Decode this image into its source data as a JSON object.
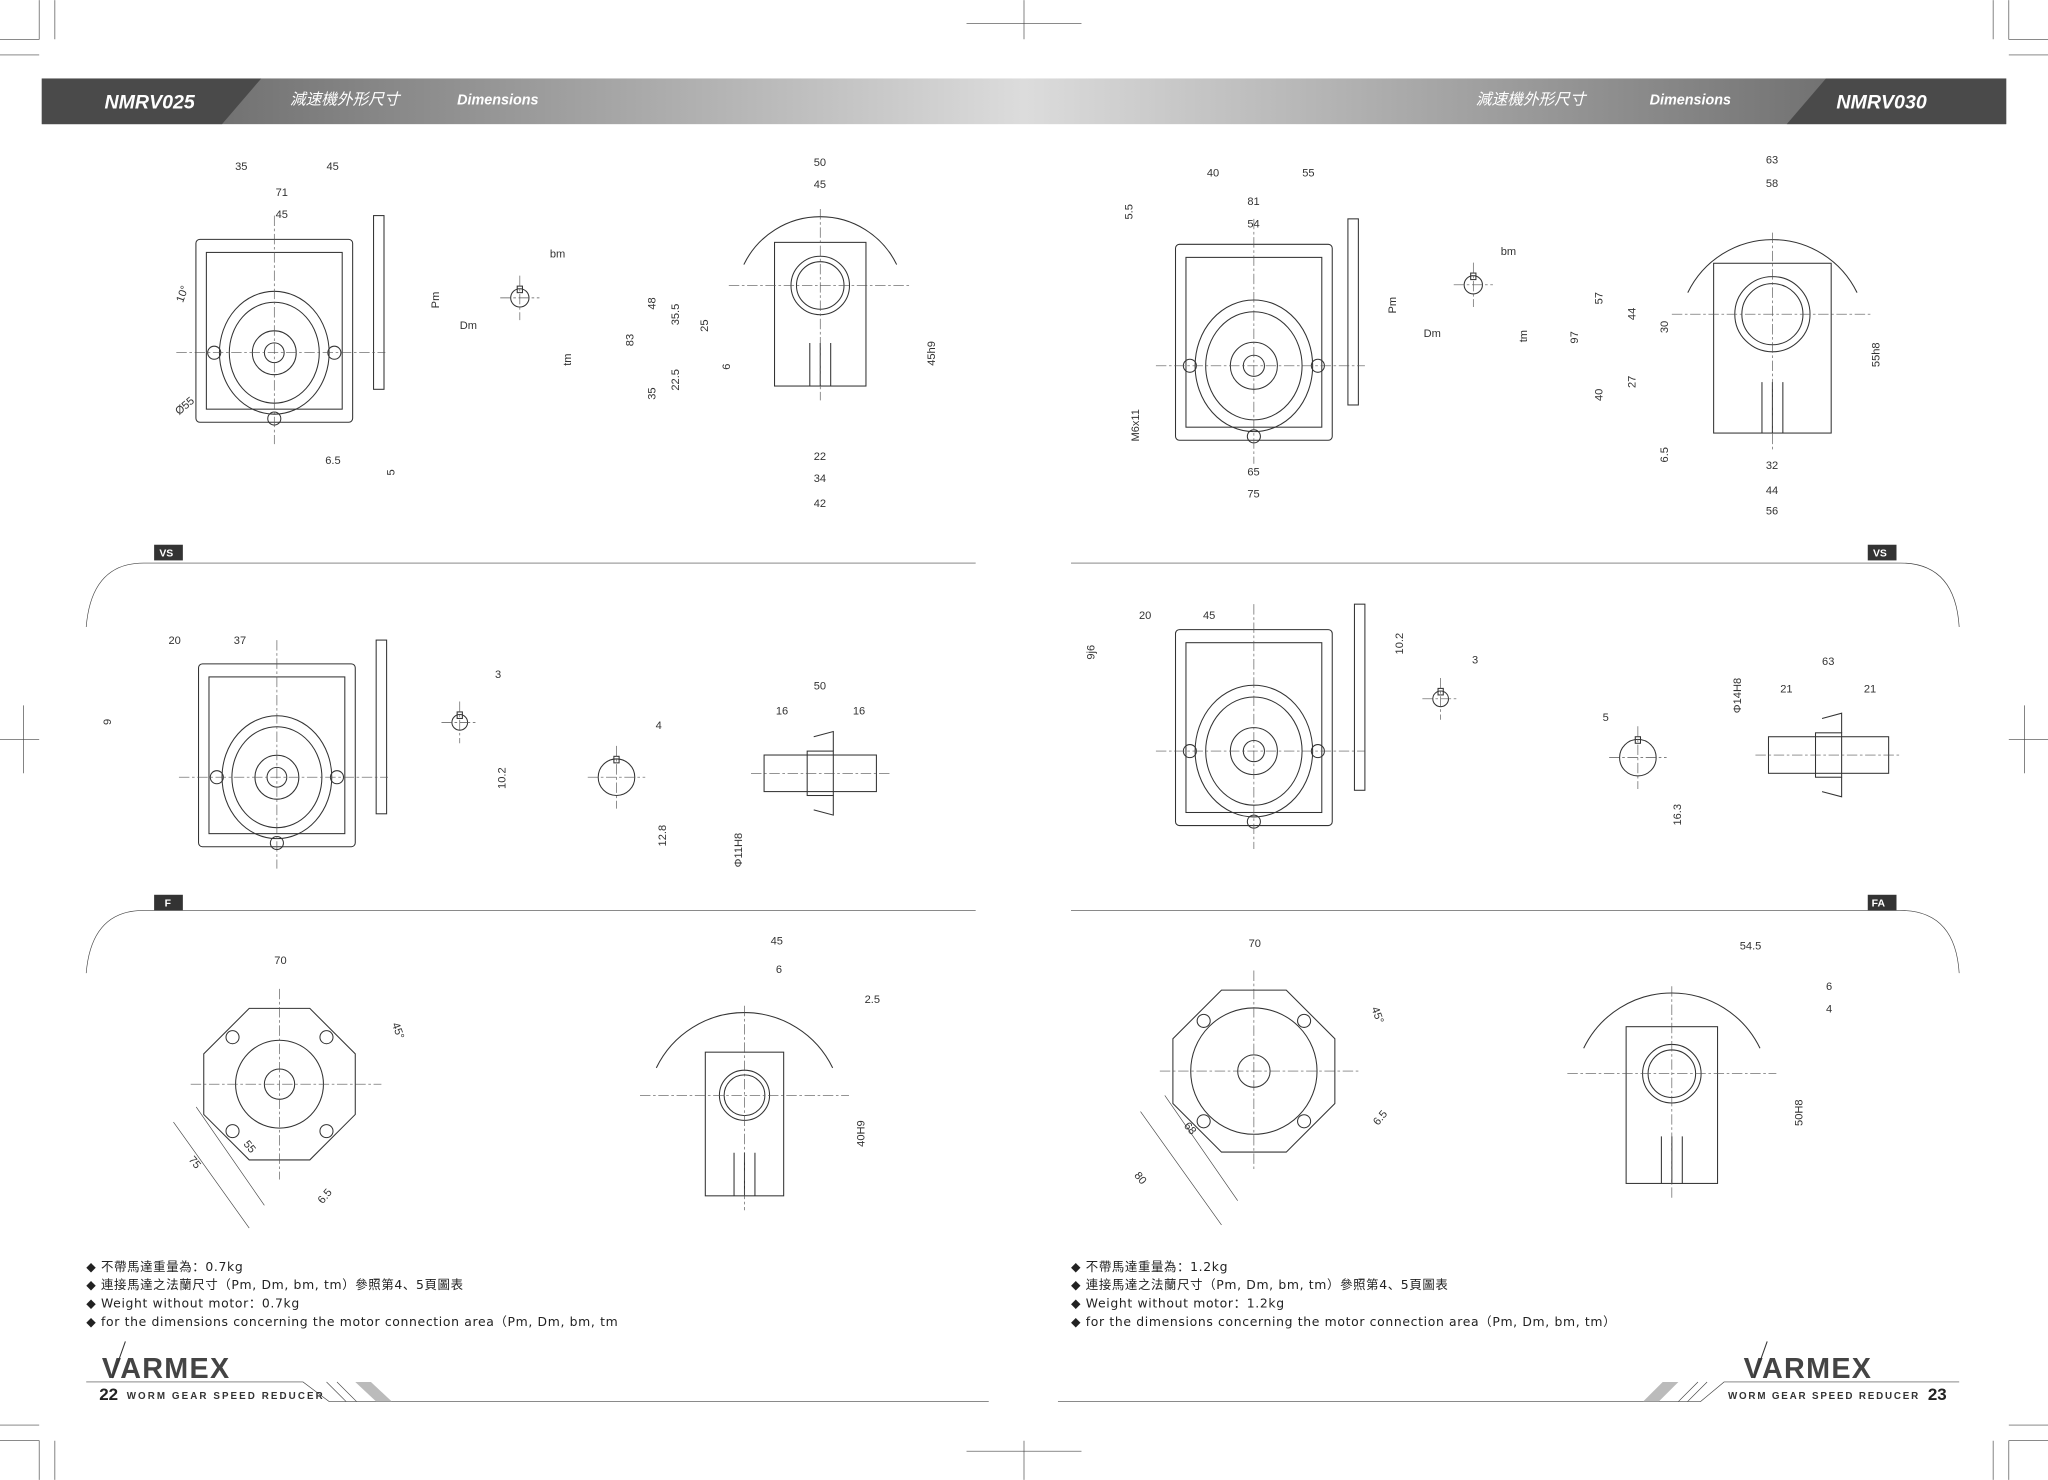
{
  "header": {
    "left": {
      "model": "NMRV025",
      "title_zh": "減速機外形尺寸",
      "title_en": "Dimensions"
    },
    "right": {
      "model": "NMRV030",
      "title_zh": "減速機外形尺寸",
      "title_en": "Dimensions"
    },
    "bar_dark": "#4a4a4a",
    "bar_light": "#d8d8d8"
  },
  "sections": {
    "left": [
      "VS",
      "F"
    ],
    "right": [
      "VS",
      "FA"
    ]
  },
  "left": {
    "top_front": [
      "35",
      "45",
      "71",
      "45",
      "10°",
      "Ø55",
      "6.5",
      "5",
      "Pm"
    ],
    "top_key": [
      "bm",
      "Dm",
      "tm"
    ],
    "top_side": [
      "50",
      "45",
      "83",
      "48",
      "35.5",
      "25",
      "35",
      "22.5",
      "6",
      "22",
      "34",
      "42",
      "45h9"
    ],
    "mid_front": [
      "20",
      "37",
      "9"
    ],
    "mid_key": [
      "3",
      "10.2",
      "4",
      "12.8"
    ],
    "mid_shaft": [
      "50",
      "16",
      "16",
      "Φ11H8"
    ],
    "bot_flange": [
      "70",
      "45°",
      "55",
      "75",
      "6.5"
    ],
    "bot_side": [
      "45",
      "6",
      "2.5",
      "40H9"
    ]
  },
  "right": {
    "top_front": [
      "40",
      "55",
      "5.5",
      "81",
      "54",
      "Pm",
      "M6x11",
      "65",
      "75"
    ],
    "top_key": [
      "bm",
      "Dm",
      "tm"
    ],
    "top_side": [
      "63",
      "58",
      "97",
      "57",
      "44",
      "30",
      "40",
      "27",
      "6.5",
      "32",
      "44",
      "56",
      "55h8"
    ],
    "mid_front": [
      "20",
      "45",
      "9j6"
    ],
    "mid_key": [
      "10.2",
      "3",
      "5",
      "16.3"
    ],
    "mid_shaft": [
      "63",
      "21",
      "21",
      "Φ14H8"
    ],
    "bot_flange": [
      "70",
      "45°",
      "68",
      "80",
      "6.5"
    ],
    "bot_side": [
      "54.5",
      "6",
      "4",
      "50H8"
    ]
  },
  "notes": {
    "left": [
      "不帶馬達重量為：0.7kg",
      "連接馬達之法蘭尺寸（Pm, Dm, bm, tm）參照第4、5頁圖表",
      "Weight without motor：0.7kg",
      "for the dimensions concerning the motor connection area（Pm, Dm, bm, tm"
    ],
    "right": [
      "不帶馬達重量為：1.2kg",
      "連接馬達之法蘭尺寸（Pm, Dm, bm, tm）參照第4、5頁圖表",
      "Weight without motor：1.2kg",
      "for the dimensions concerning the motor connection area（Pm, Dm, bm, tm）"
    ]
  },
  "footer": {
    "brand": "VARMEX",
    "left": {
      "page": "22",
      "label": "WORM GEAR SPEED REDUCER"
    },
    "right": {
      "page": "23",
      "label": "WORM GEAR SPEED REDUCER"
    }
  }
}
